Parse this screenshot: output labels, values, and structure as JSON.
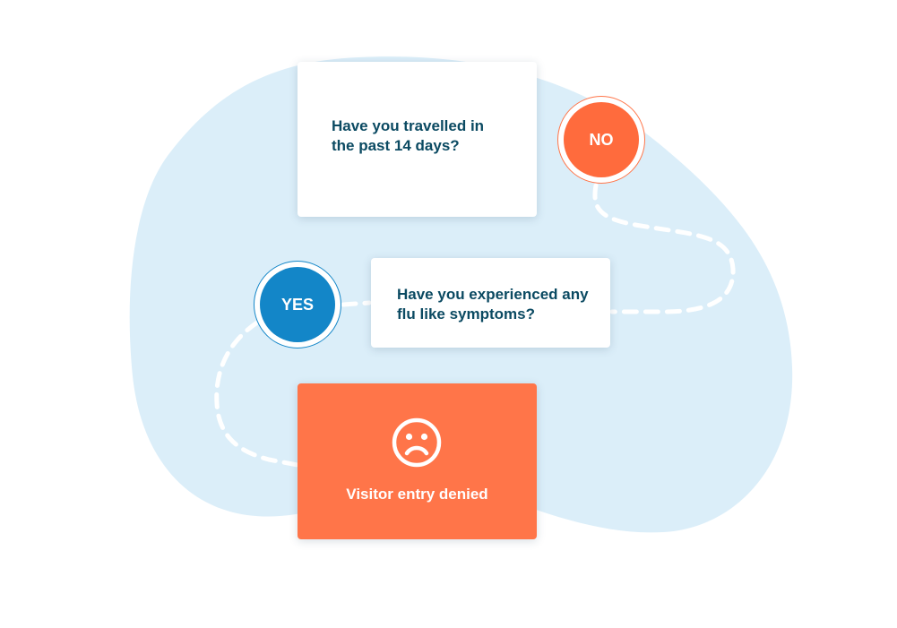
{
  "colors": {
    "blob": "#dbeef9",
    "accent_orange": "#ff6b3d",
    "accent_blue": "#1386c8",
    "text_dark": "#0b4a62",
    "connector": "#ffffff"
  },
  "question_1": {
    "text": "Have you travelled in the past 14 days?"
  },
  "answer_no": {
    "label": "NO"
  },
  "question_2": {
    "text": "Have you experienced any flu like symptoms?"
  },
  "answer_yes": {
    "label": "YES"
  },
  "result": {
    "icon": "sad-face-icon",
    "label": "Visitor entry denied"
  }
}
